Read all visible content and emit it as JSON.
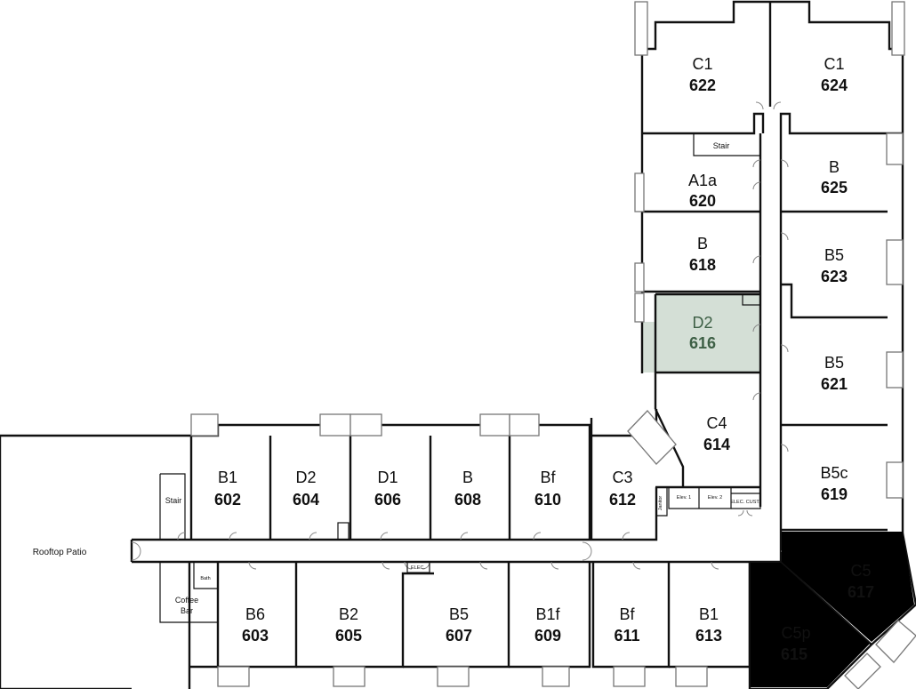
{
  "units": [
    {
      "id": "622",
      "type": "C1",
      "number": "622"
    },
    {
      "id": "624",
      "type": "C1",
      "number": "624"
    },
    {
      "id": "620",
      "type": "A1a",
      "number": "620"
    },
    {
      "id": "625",
      "type": "B",
      "number": "625"
    },
    {
      "id": "618",
      "type": "B",
      "number": "618"
    },
    {
      "id": "623",
      "type": "B5",
      "number": "623"
    },
    {
      "id": "616",
      "type": "D2",
      "number": "616",
      "highlighted": true
    },
    {
      "id": "621",
      "type": "B5",
      "number": "621"
    },
    {
      "id": "614",
      "type": "C4",
      "number": "614"
    },
    {
      "id": "619",
      "type": "B5c",
      "number": "619"
    },
    {
      "id": "602",
      "type": "B1",
      "number": "602"
    },
    {
      "id": "604",
      "type": "D2",
      "number": "604"
    },
    {
      "id": "606",
      "type": "D1",
      "number": "606"
    },
    {
      "id": "608",
      "type": "B",
      "number": "608"
    },
    {
      "id": "610",
      "type": "Bf",
      "number": "610"
    },
    {
      "id": "612",
      "type": "C3",
      "number": "612"
    },
    {
      "id": "617",
      "type": "C5",
      "number": "617"
    },
    {
      "id": "603",
      "type": "B6",
      "number": "603"
    },
    {
      "id": "605",
      "type": "B2",
      "number": "605"
    },
    {
      "id": "607",
      "type": "B5",
      "number": "607"
    },
    {
      "id": "609",
      "type": "B1f",
      "number": "609"
    },
    {
      "id": "611",
      "type": "Bf",
      "number": "611"
    },
    {
      "id": "613",
      "type": "B1",
      "number": "613"
    },
    {
      "id": "615",
      "type": "C5p",
      "number": "615"
    }
  ],
  "labels": {
    "stair_top": "Stair",
    "stair_left": "Stair",
    "rooftop_patio": "Rooftop Patio",
    "coffee_bar_line1": "Coffee",
    "coffee_bar_line2": "Bar",
    "bath": "Bath",
    "elev1": "Elev. 1",
    "elev2": "Elev. 2",
    "elec_cust": "ELEC. CUST.",
    "janitor": "Janitor",
    "elec": "ELEC."
  },
  "colors": {
    "highlight": "#d4dfd6",
    "highlight_text": "#3d5f45",
    "wall": "#111111"
  }
}
